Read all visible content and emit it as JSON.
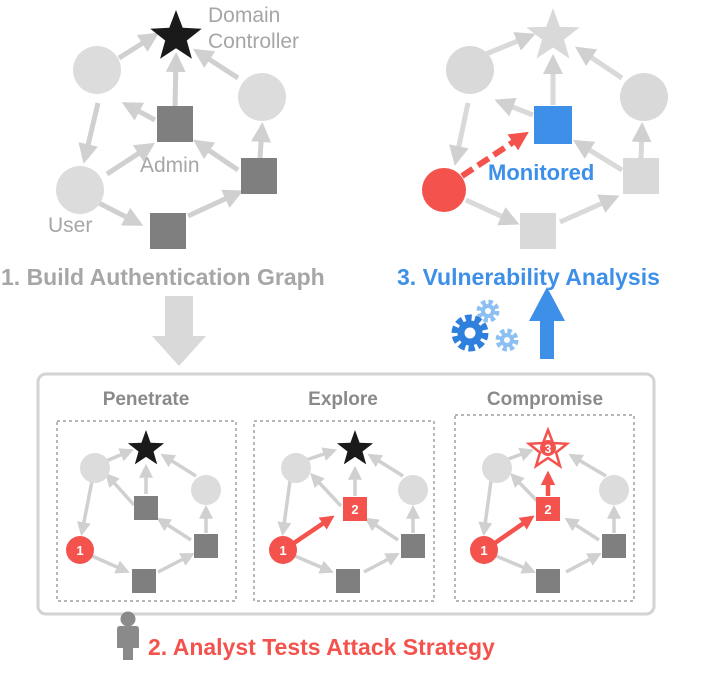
{
  "labels": {
    "domain_controller_line1": "Domain",
    "domain_controller_line2": "Controller",
    "admin": "Admin",
    "user": "User",
    "monitored": "Monitored",
    "step1": "1. Build Authentication Graph",
    "step2": "2. Analyst Tests Attack Strategy",
    "step3": "3. Vulnerability Analysis",
    "panel_penetrate": "Penetrate",
    "panel_explore": "Explore",
    "panel_compromise": "Compromise"
  },
  "badges": {
    "user_node": "1",
    "admin_node": "2",
    "dc_node": "3"
  },
  "icons": {
    "goal": "star-icon",
    "user": "circle-node-icon",
    "host": "square-node-icon",
    "analyst": "person-icon",
    "analysis": "gears-icon",
    "flow": "arrow-icon"
  },
  "colors": {
    "gray_text": "#a6a6a6",
    "dark_gray": "#7f7f7f",
    "light_gray": "#d9d9d9",
    "edge_gray": "#d0d0d0",
    "red": "#f4534d",
    "blue": "#3d8fe8",
    "light_blue": "#8dc0f2",
    "black": "#1a1a1a",
    "panel_border": "#d3d3d3"
  }
}
